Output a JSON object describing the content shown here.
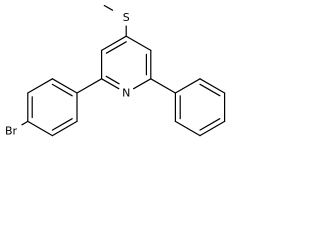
{
  "atoms": {
    "sulfur": "S",
    "nitrogen": "N",
    "bromine": "Br"
  },
  "colors": {
    "background": "#ffffff",
    "bond": "#000000",
    "label": "#000000"
  }
}
